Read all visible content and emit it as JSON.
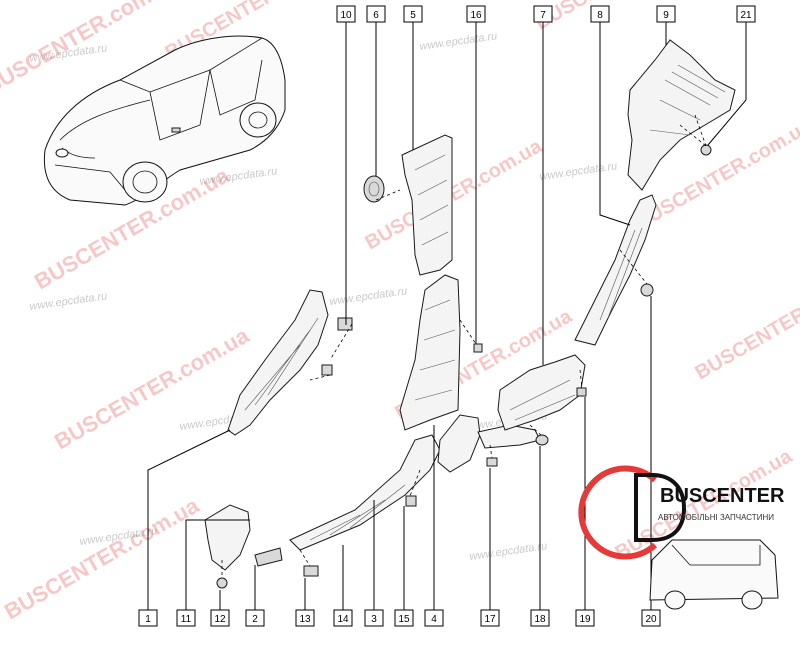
{
  "callouts": [
    "10",
    "6",
    "5",
    "16",
    "7",
    "8",
    "9",
    "21",
    "1",
    "11",
    "12",
    "2",
    "13",
    "14",
    "3",
    "15",
    "4",
    "17",
    "18",
    "19",
    "20"
  ],
  "watermarks": {
    "site": "www.epcdata.ru",
    "brand_url": "BUSCENTER.com.ua",
    "brand": "BUSCENTER"
  },
  "logo": {
    "name": "BUSCENTER",
    "subtitle": "АВТОМОБІЛЬНІ ЗАПЧАСТИНИ",
    "accent_color": "#e53a3a"
  }
}
